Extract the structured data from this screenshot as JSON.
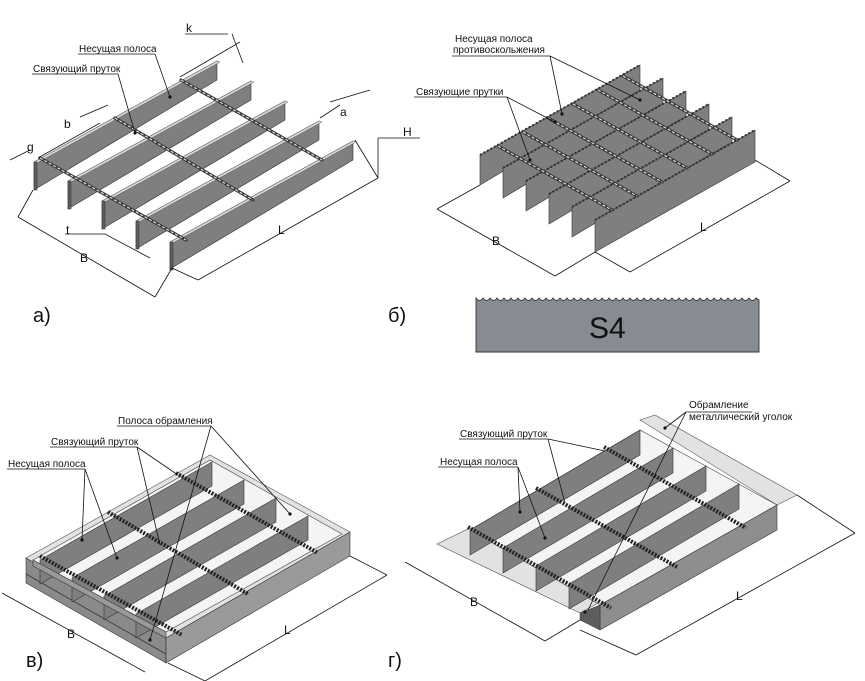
{
  "figures": {
    "a": {
      "label": "а)",
      "callouts": {
        "bearing_bar": "Несущая полоса",
        "cross_rod": "Связующий пруток"
      },
      "dimensions": {
        "k": "k",
        "a": "a",
        "b": "b",
        "g": "g",
        "H": "H",
        "t": "t",
        "B": "B",
        "L": "L"
      }
    },
    "b": {
      "label": "б)",
      "callouts": {
        "bearing_bar_line1": "Несущая полоса",
        "bearing_bar_line2": "противоскольжения",
        "cross_rods": "Связующие прутки"
      },
      "dimensions": {
        "B": "B",
        "L": "L"
      },
      "profile": {
        "label": "S4",
        "fill_color": "#878c93"
      }
    },
    "v": {
      "label": "в)",
      "callouts": {
        "frame_strip": "Полоса обрамления",
        "cross_rod": "Связующий пруток",
        "bearing_bar": "Несущая полоса"
      },
      "dimensions": {
        "B": "B",
        "L": "L"
      }
    },
    "g": {
      "label": "г)",
      "callouts": {
        "frame_line1": "Обрамление",
        "frame_line2": "металлический уголок",
        "cross_rod": "Связующий пруток",
        "bearing_bar": "Несущая полоса"
      },
      "dimensions": {
        "B": "B",
        "L": "L"
      }
    }
  }
}
